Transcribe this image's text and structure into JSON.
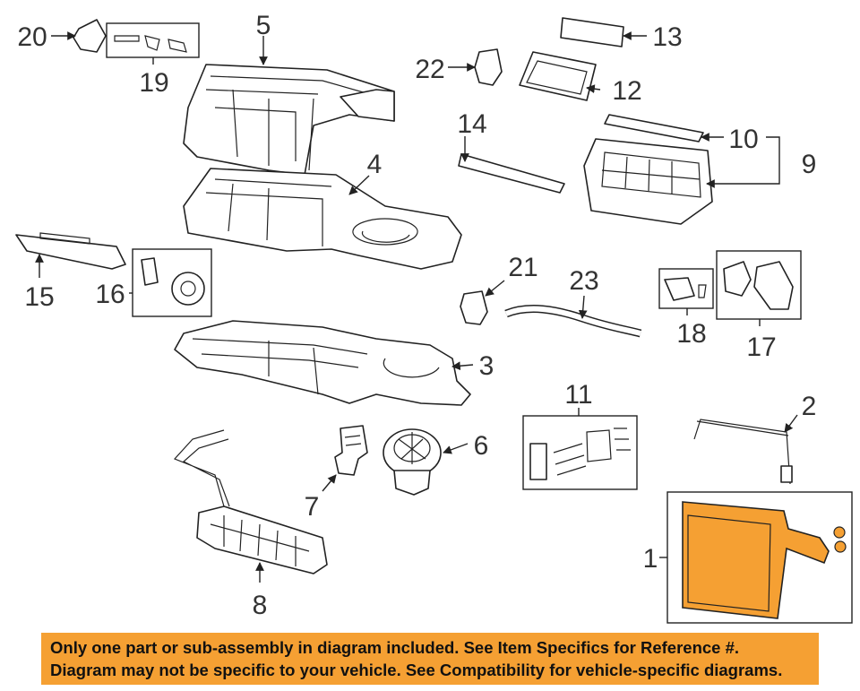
{
  "callouts": {
    "n1": "1",
    "n2": "2",
    "n3": "3",
    "n4": "4",
    "n5": "5",
    "n6": "6",
    "n7": "7",
    "n8": "8",
    "n9": "9",
    "n10": "10",
    "n11": "11",
    "n12": "12",
    "n13": "13",
    "n14": "14",
    "n15": "15",
    "n16": "16",
    "n17": "17",
    "n18": "18",
    "n19": "19",
    "n20": "20",
    "n21": "21",
    "n22": "22",
    "n23": "23"
  },
  "notice": {
    "line1": "Only one part or sub-assembly in diagram included. See Item Specifics for Reference #.",
    "line2": "Diagram may not be specific to your vehicle. See Compatibility for vehicle-specific diagrams."
  },
  "colors": {
    "highlight_part": "#f5a033",
    "notice_background": "#f5a033",
    "line_art": "#222222"
  }
}
